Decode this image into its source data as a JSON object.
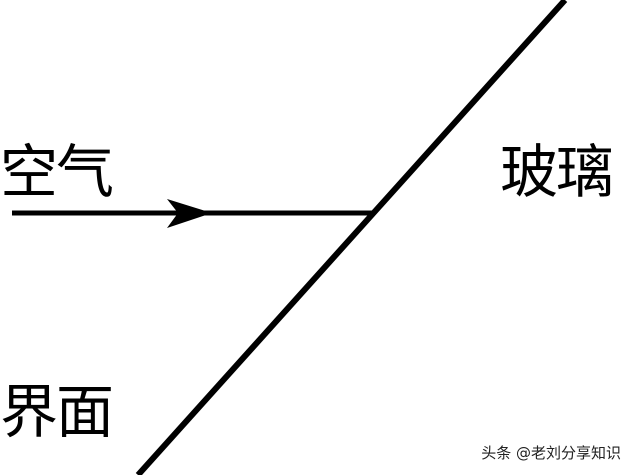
{
  "diagram": {
    "labels": {
      "air": "空气",
      "glass": "玻璃",
      "interface": "界面"
    },
    "watermark": "头条 @老刘分享知识",
    "colors": {
      "stroke": "#000000",
      "background": "#ffffff"
    },
    "elements": {
      "incident_ray": "arrow pointing right toward interface",
      "interface_line": "diagonal line separating air and glass"
    }
  }
}
